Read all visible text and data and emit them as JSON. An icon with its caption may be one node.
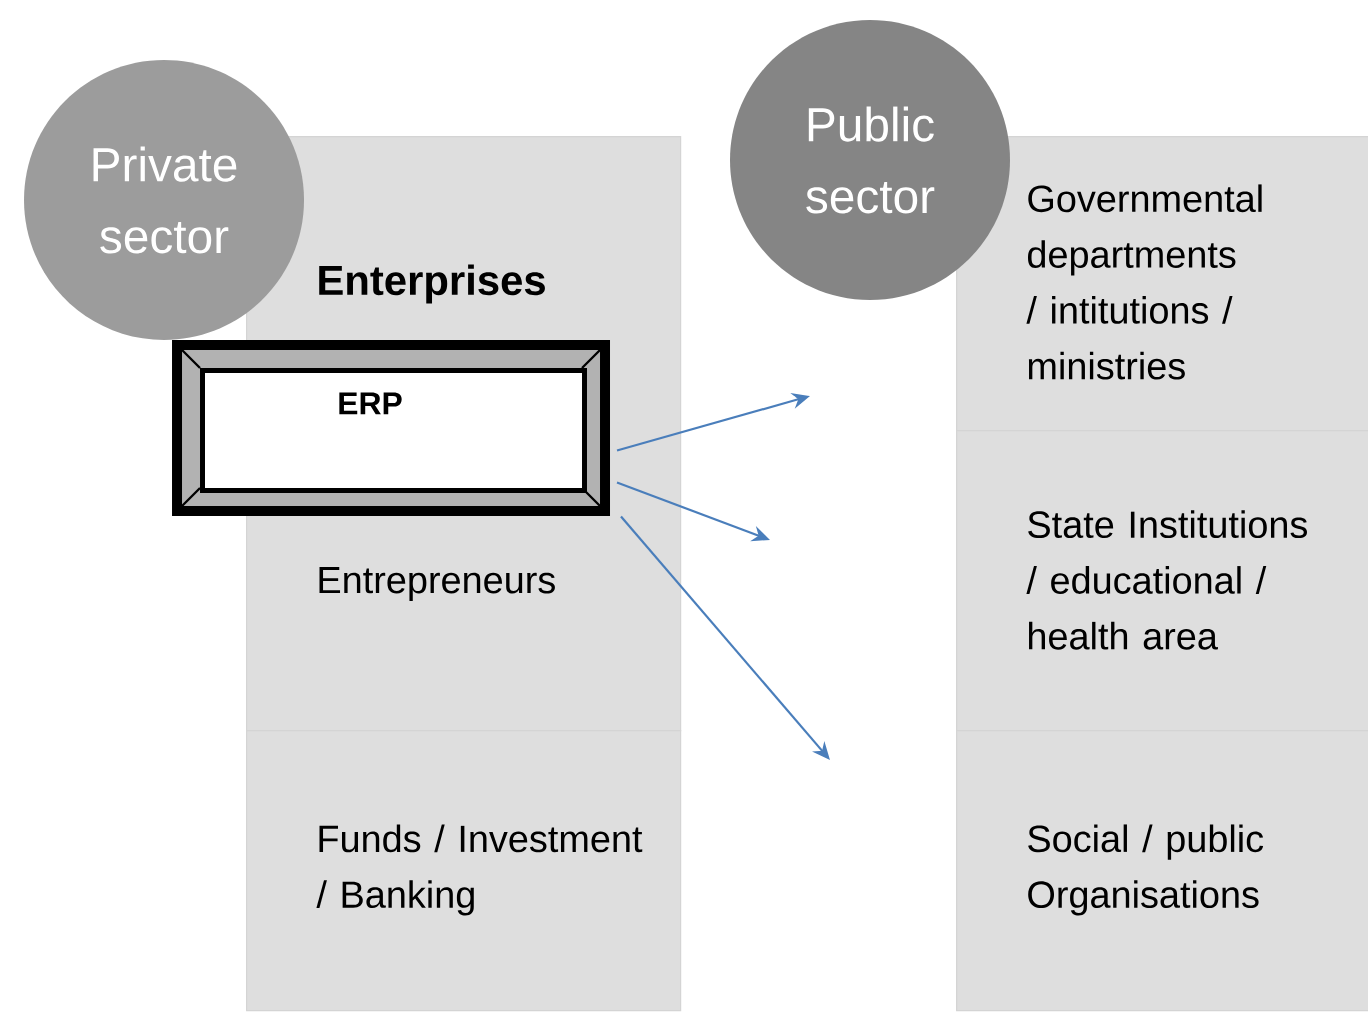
{
  "diagram": {
    "nodes": [
      {
        "text": [
          "Private sector"
        ]
      },
      {
        "text": [
          "Enterprises",
          "Entrepreneurs"
        ]
      },
      {
        "text": [
          "ERP"
        ]
      },
      {
        "text": [
          "Funds / Investment / Banking"
        ]
      },
      {
        "text": [
          "Public sector"
        ]
      },
      {
        "text": [
          "Governmental departments / intitutions / ministries"
        ]
      },
      {
        "text": [
          "State Institutions / educational / health area"
        ]
      },
      {
        "text": [
          "Social / public Organisations"
        ]
      }
    ],
    "edges": [
      {
        "from": 2,
        "to": null,
        "arrow": "to"
      },
      {
        "from": 2,
        "to": null,
        "arrow": "to"
      },
      {
        "from": 2,
        "to": null,
        "arrow": "to"
      }
    ]
  }
}
